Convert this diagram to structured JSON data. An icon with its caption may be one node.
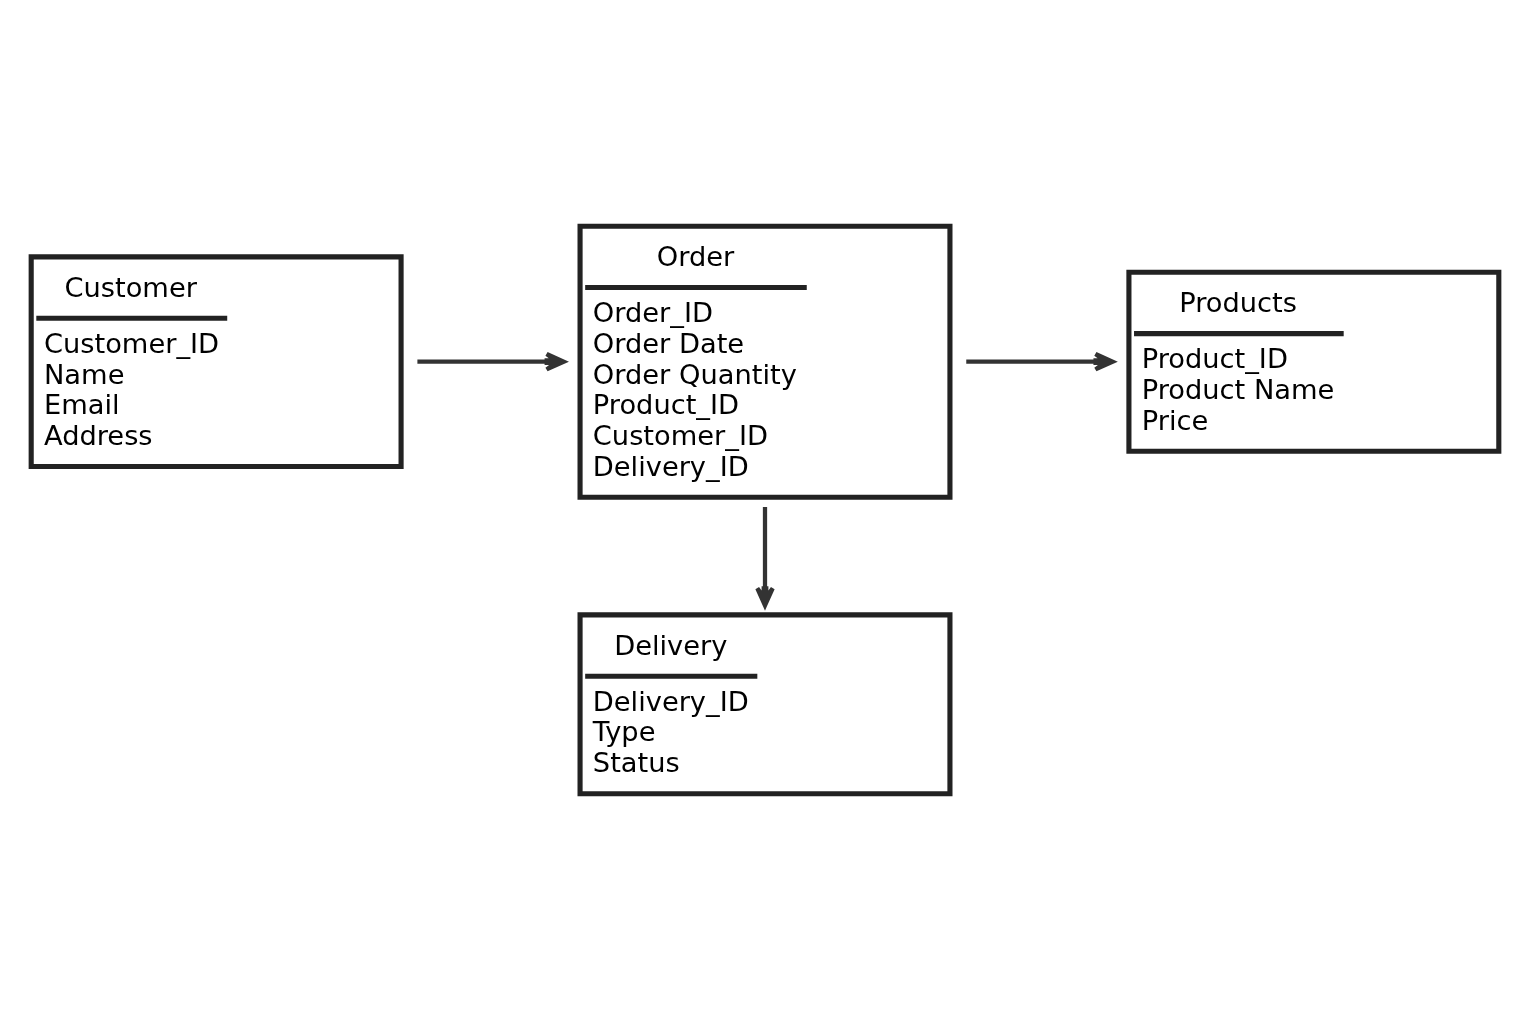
{
  "diagram": {
    "nodes": [
      {
        "text": [
          "Customer",
          "Customer_ID",
          "Name",
          "Email",
          "Address"
        ]
      },
      {
        "text": [
          "Order",
          "Order_ID",
          "Order Date",
          "Order Quantity",
          "Product_ID",
          "Customer_ID",
          "Delivery_ID"
        ]
      },
      {
        "text": [
          "Products",
          "Product_ID",
          "Product Name",
          "Price"
        ]
      },
      {
        "text": [
          "Delivery",
          "Delivery_ID",
          "Type",
          "Status"
        ]
      }
    ],
    "edges": [
      {
        "from": 0,
        "to": 1,
        "arrow": "to"
      },
      {
        "from": 1,
        "to": 2,
        "arrow": "to"
      },
      {
        "from": 1,
        "to": 3,
        "arrow": "to"
      }
    ]
  }
}
